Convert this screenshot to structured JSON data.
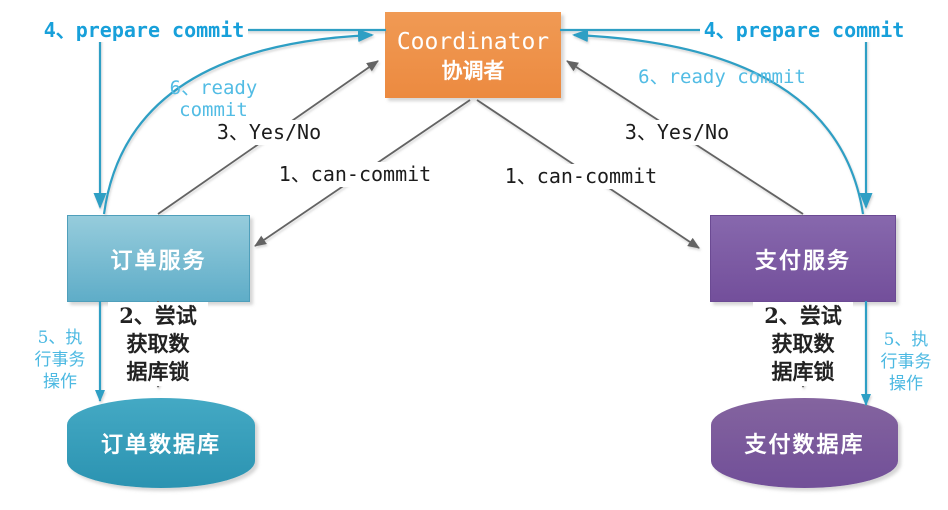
{
  "diagram": {
    "coordinator": {
      "line1": "Coordinator",
      "line2": "协调者"
    },
    "nodes": {
      "order_service": "订单服务",
      "payment_service": "支付服务",
      "order_db": "订单数据库",
      "payment_db": "支付数据库"
    },
    "edges": {
      "prepare_left": "4、prepare commit",
      "prepare_right": "4、prepare commit",
      "ready_left": "6、ready commit",
      "ready_right": "6、ready commit",
      "yes_no_left": "3、Yes/No",
      "yes_no_right": "3、Yes/No",
      "can_commit_left": "1、can-commit",
      "can_commit_right": "1、can-commit",
      "acquire_lock_left": "2、尝试\n获取数\n据库锁",
      "acquire_lock_right": "2、尝试\n获取数\n据库锁",
      "exec_tx_left": "5、执\n行事务\n操作",
      "exec_tx_right": "5、执\n行事务\n操作"
    },
    "colors": {
      "coordinator_fill": "#ee9147",
      "order_service_fill": "#6fb6cd",
      "payment_service_fill": "#7d5ca4",
      "order_db_fill": "#339cba",
      "payment_db_fill": "#7b59a2",
      "gray_line": "#636363",
      "teal_line": "#2f9fc4",
      "prepare_text": "#18a0da",
      "ready_text": "#52bce4",
      "exec_text": "#4cb9e2"
    }
  }
}
